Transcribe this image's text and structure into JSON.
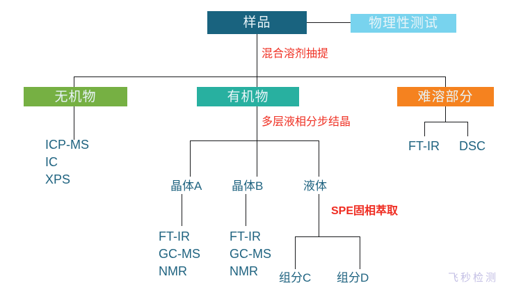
{
  "diagram": {
    "title_box": {
      "label": "样品",
      "color": "#19637f"
    },
    "physical_box": {
      "label": "物理性测试",
      "color": "#78d3ee"
    },
    "inorganic_box": {
      "label": "无机物",
      "color": "#76b043"
    },
    "organic_box": {
      "label": "有机物",
      "color": "#28b0a0"
    },
    "insoluble_box": {
      "label": "难溶部分",
      "color": "#f5821f"
    },
    "process_labels": {
      "extraction": "混合溶剂抽提",
      "crystallization": "多层液相分步结晶",
      "spe": "SPE固相萃取"
    },
    "inorganic_methods": [
      "ICP-MS",
      "IC",
      "XPS"
    ],
    "insoluble_methods": [
      "FT-IR",
      "DSC"
    ],
    "organic_fractions": {
      "crystal_a": "晶体A",
      "crystal_b": "晶体B",
      "liquid": "液体"
    },
    "crystal_a_methods": [
      "FT-IR",
      "GC-MS",
      "NMR"
    ],
    "crystal_b_methods": [
      "FT-IR",
      "GC-MS",
      "NMR"
    ],
    "liquid_components": {
      "component_c": "组分C",
      "component_d": "组分D"
    },
    "watermark": "飞秒检测",
    "colors": {
      "line": "#18191b",
      "node_text": "#1f6380",
      "annotation_red": "#ef3124",
      "background": "#ffffff"
    }
  }
}
